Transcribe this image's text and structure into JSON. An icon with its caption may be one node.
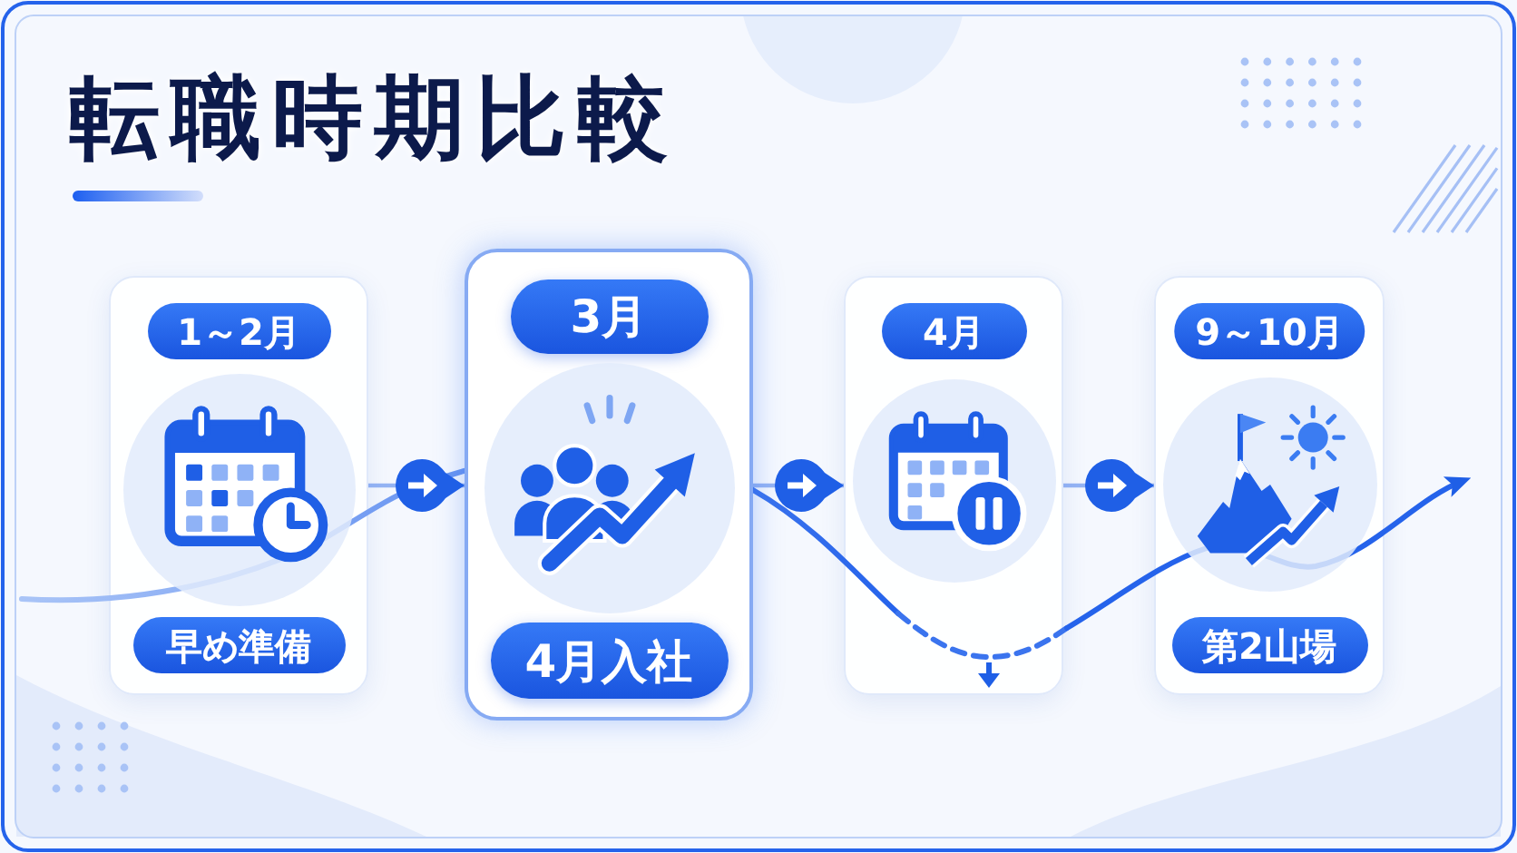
{
  "diagram": {
    "title": "転職時期比較",
    "nodes": [
      {
        "text": [
          "1～2月",
          "早め準備"
        ]
      },
      {
        "text": [
          "3月",
          "4月入社"
        ]
      },
      {
        "text": [
          "4月"
        ]
      },
      {
        "text": [
          "9～10月",
          "第2山場"
        ]
      }
    ],
    "edges": [
      {
        "from": 0,
        "to": 1,
        "arrow": "to"
      },
      {
        "from": 1,
        "to": 2,
        "arrow": "to"
      },
      {
        "from": 2,
        "to": 3,
        "arrow": "to"
      }
    ]
  }
}
